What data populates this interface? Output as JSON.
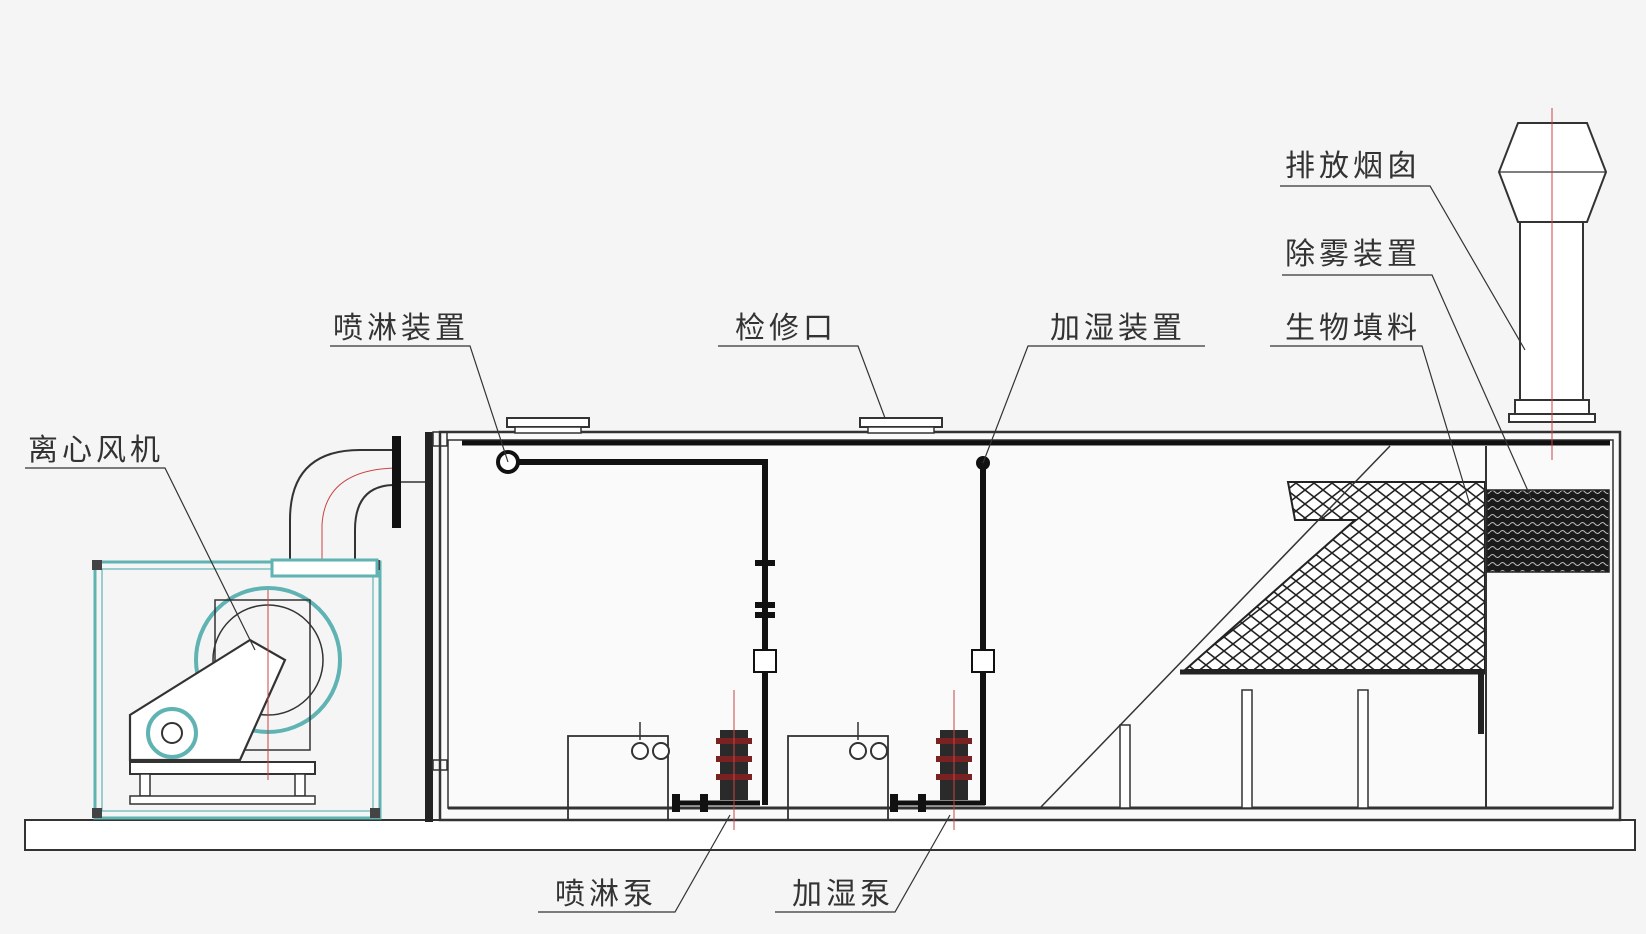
{
  "labels": {
    "centrifugal_fan": "离心风机",
    "spray_device": "喷淋装置",
    "access_port": "检修口",
    "humidifier_device": "加湿装置",
    "bio_filler": "生物填料",
    "demister": "除雾装置",
    "exhaust_chimney": "排放烟囱",
    "spray_pump": "喷淋泵",
    "humidifier_pump": "加湿泵"
  },
  "colors": {
    "line": "#333333",
    "pipe": "#111111",
    "fan_frame": "#5fb3b3",
    "pump_accent": "#7a2222"
  }
}
